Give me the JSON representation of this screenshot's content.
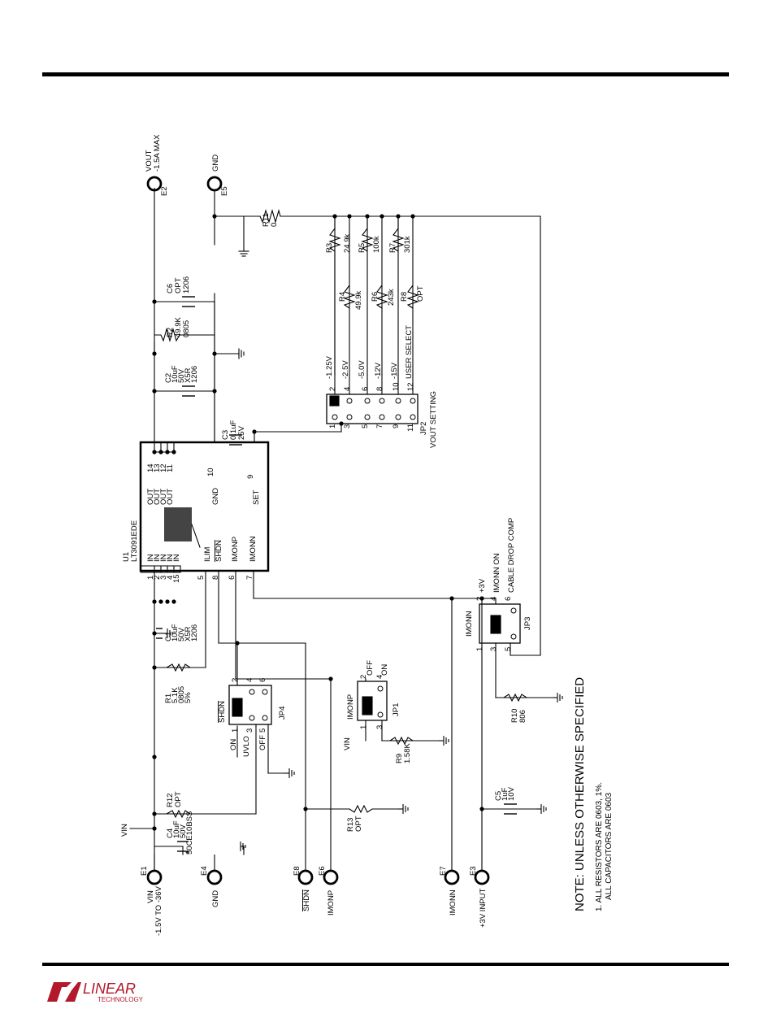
{
  "diagram": {
    "ic": {
      "ref": "U1",
      "part": "LT3091EDE",
      "pins_left": [
        {
          "num": "1",
          "name": "IN"
        },
        {
          "num": "2",
          "name": "IN"
        },
        {
          "num": "3",
          "name": "IN"
        },
        {
          "num": "4",
          "name": "IN"
        },
        {
          "num": "15",
          "name": "IN"
        },
        {
          "num": "5",
          "name": "ILIM"
        },
        {
          "num": "8",
          "name": "SHDN"
        },
        {
          "num": "6",
          "name": "IMONP"
        },
        {
          "num": "7",
          "name": "IMONN"
        }
      ],
      "pins_right": [
        {
          "num": "14",
          "name": "OUT"
        },
        {
          "num": "13",
          "name": "OUT"
        },
        {
          "num": "12",
          "name": "OUT"
        },
        {
          "num": "11",
          "name": "OUT"
        },
        {
          "num": "10",
          "name": "GND"
        },
        {
          "num": "9",
          "name": "SET"
        }
      ]
    },
    "terminals": {
      "e2": {
        "ref": "E2",
        "l1": "VOUT",
        "l2": "-1.5A MAX"
      },
      "e5": {
        "ref": "E5",
        "l1": "GND"
      },
      "e1": {
        "ref": "E1",
        "l1": "VIN",
        "l2": "-1.5V TO -36V"
      },
      "e4": {
        "ref": "E4",
        "l1": "GND"
      },
      "e8": {
        "ref": "E8",
        "l1": "SHDN"
      },
      "e6": {
        "ref": "E6",
        "l1": "IMONP"
      },
      "e7": {
        "ref": "E7",
        "l1": "IMONN"
      },
      "e3": {
        "ref": "E3",
        "l1": "+3V INPUT"
      }
    },
    "components": {
      "r11": {
        "ref": "R11",
        "val": "0"
      },
      "r3": {
        "ref": "R3",
        "val": "24.9k"
      },
      "r4": {
        "ref": "R4",
        "val": "49.9k"
      },
      "r5": {
        "ref": "R5",
        "val": "100k"
      },
      "r6": {
        "ref": "R6",
        "val": "243k"
      },
      "r7": {
        "ref": "R7",
        "val": "301k"
      },
      "r8": {
        "ref": "R8",
        "val": "OPT"
      },
      "c6": {
        "ref": "C6",
        "v1": "OPT",
        "v2": "1206"
      },
      "r2": {
        "ref": "R2",
        "v1": "49.9K",
        "v2": "0805"
      },
      "c2": {
        "ref": "C2",
        "v1": "10uF",
        "v2": "50V",
        "v3": "X5R",
        "v4": "1206"
      },
      "c3": {
        "ref": "C3",
        "v1": "0.1uF",
        "v2": "25V"
      },
      "c1": {
        "ref": "C1",
        "v1": "10uF",
        "v2": "50V",
        "v3": "X5R",
        "v4": "1206"
      },
      "r1": {
        "ref": "R1",
        "v1": "5.1K",
        "v2": "0805",
        "v3": "5%"
      },
      "r12": {
        "ref": "R12",
        "v1": "OPT"
      },
      "c4": {
        "ref": "C4",
        "v1": "10uF",
        "v2": "50V",
        "v3": "50CE10BSS",
        "plus": "+"
      },
      "r13": {
        "ref": "R13",
        "v1": "OPT"
      },
      "r9": {
        "ref": "R9",
        "v1": "1.58K"
      },
      "r10": {
        "ref": "R10",
        "v1": "806"
      },
      "c5": {
        "ref": "C5",
        "v1": "1uF",
        "v2": "10V"
      }
    },
    "jp2": {
      "ref": "JP2",
      "title": "VOUT SETTING",
      "odd": [
        "1",
        "3",
        "5",
        "7",
        "9",
        "11"
      ],
      "even": [
        "2",
        "4",
        "6",
        "8",
        "10",
        "12"
      ],
      "settings": [
        "-1.25V",
        "-2.5V",
        "-5.0V",
        "-12V",
        "-15V",
        "USER SELECT"
      ]
    },
    "jp4": {
      "ref": "JP4",
      "name": "SHDN",
      "pins_top": [
        "2",
        "4",
        "6"
      ],
      "pins_bot": [
        "1",
        "3",
        "5"
      ],
      "on": "ON",
      "uvlo": "UVLO",
      "off": "OFF"
    },
    "jp1": {
      "ref": "JP1",
      "name": "IMONP",
      "pins_top": [
        "2",
        "4"
      ],
      "pins_bot": [
        "1",
        "3"
      ],
      "off": "OFF",
      "on": "ON",
      "vin": "VIN"
    },
    "jp3": {
      "ref": "JP3",
      "name": "IMONN",
      "pins_top": [
        "2",
        "4",
        "6"
      ],
      "pins_bot": [
        "1",
        "3",
        "5"
      ],
      "v3": "+3V",
      "on": "IMONN ON",
      "comp": "CABLE DROP COMP"
    },
    "vin_label": "VIN"
  },
  "notes": {
    "title": "NOTE: UNLESS OTHERWISE SPECIFIED",
    "n1": "1.  ALL RESISTORS ARE 0603, 1%.",
    "n2": "ALL CAPACITORS ARE 0603"
  },
  "logo": {
    "brand": "LINEAR",
    "sub": "TECHNOLOGY",
    "color": "#b3182b"
  }
}
